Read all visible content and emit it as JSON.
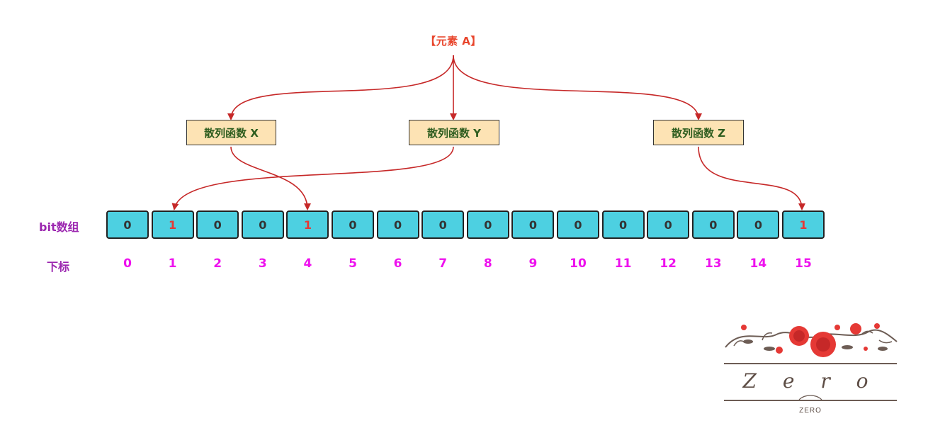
{
  "element": {
    "label": "【元素 A】"
  },
  "hash_functions": [
    {
      "label": "散列函数 X",
      "target_index": 4
    },
    {
      "label": "散列函数 Y",
      "target_index": 1
    },
    {
      "label": "散列函数 Z",
      "target_index": 15
    }
  ],
  "bit_array": {
    "label": "bit数组",
    "values": [
      "0",
      "1",
      "0",
      "0",
      "1",
      "0",
      "0",
      "0",
      "0",
      "0",
      "0",
      "0",
      "0",
      "0",
      "0",
      "1"
    ]
  },
  "index_row": {
    "label": "下标",
    "values": [
      "0",
      "1",
      "2",
      "3",
      "4",
      "5",
      "6",
      "7",
      "8",
      "9",
      "10",
      "11",
      "12",
      "13",
      "14",
      "15"
    ]
  },
  "logo": {
    "word": "Z e r o",
    "caption": "ZERO"
  },
  "colors": {
    "element_text": "#e8452c",
    "arrow": "#c62828",
    "hash_box_fill": "#fde3b4",
    "hash_box_text": "#2e5d1f",
    "row_label": "#9c27b0",
    "cell_fill": "#4dd0e1",
    "cell_zero_text": "#333333",
    "cell_one_text": "#e53935",
    "index_text": "#ee11ee",
    "logo_line": "#6d5d55",
    "logo_rose": "#e53935"
  }
}
